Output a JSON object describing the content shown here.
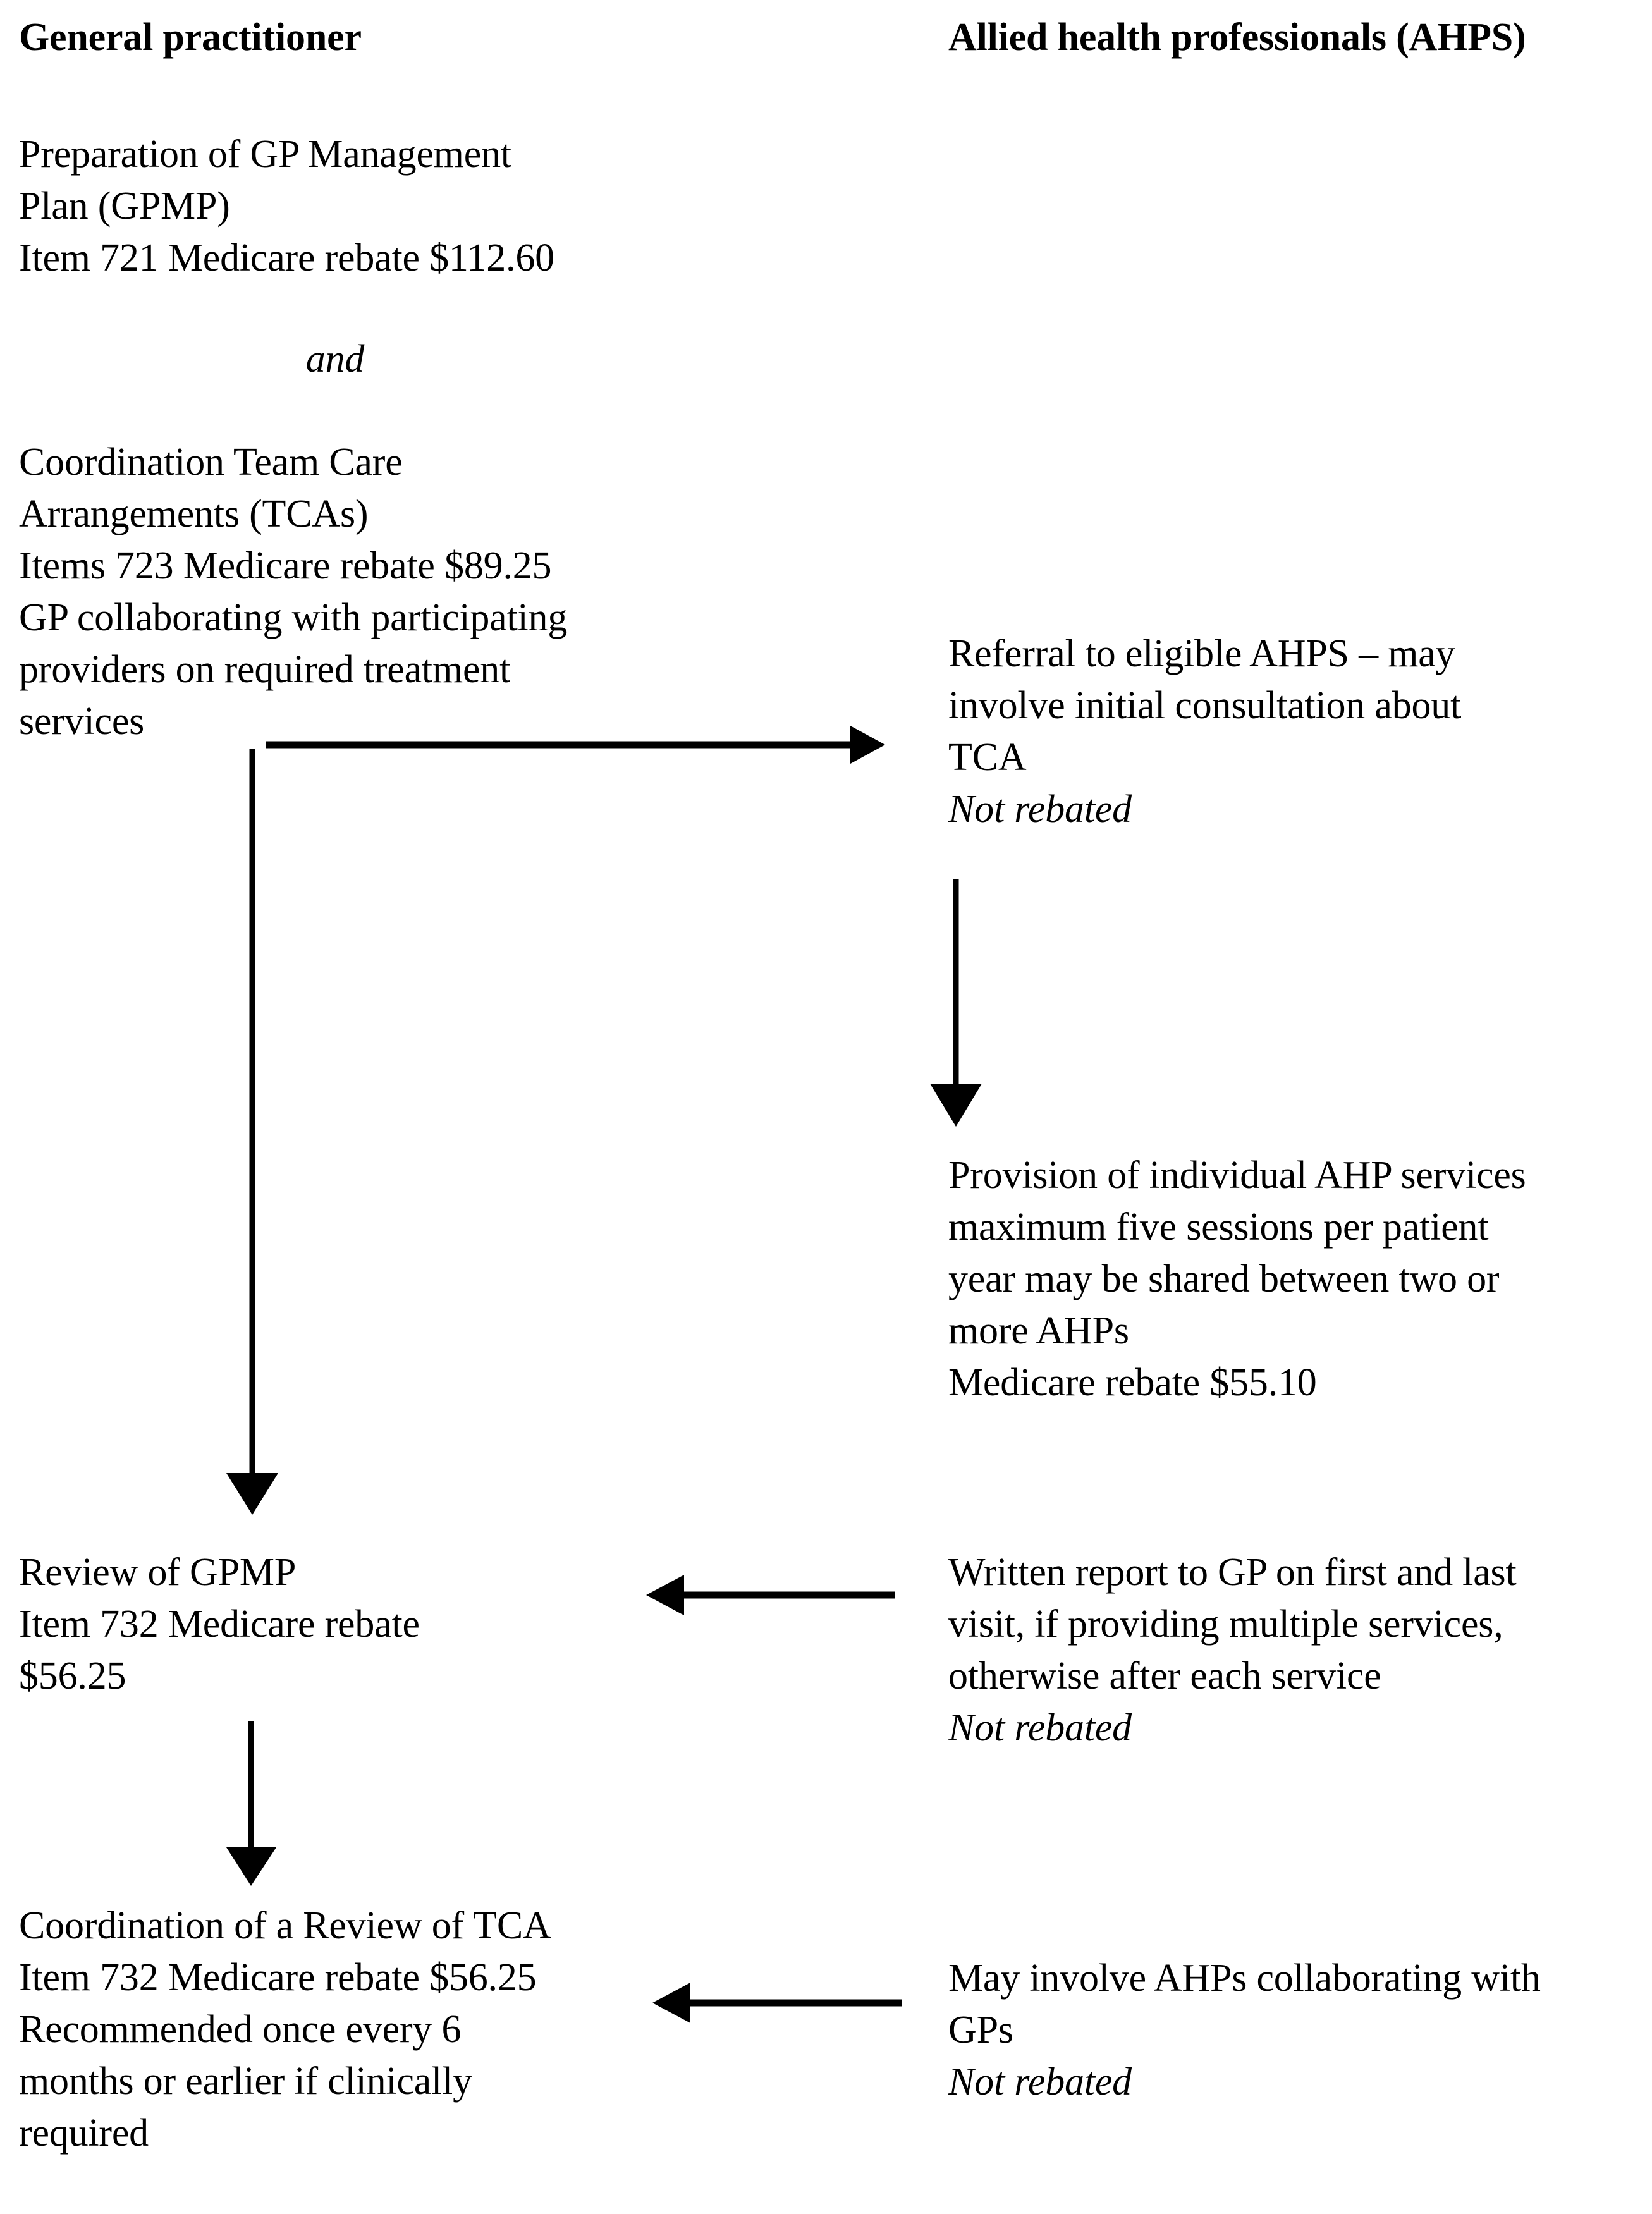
{
  "diagram": {
    "title_left": "General practitioner",
    "title_right": "Allied health professionals (AHPS)",
    "connector_label": "and",
    "left_column": {
      "gpmp_block": "Preparation of GP Management\nPlan (GPMP)\nItem 721 Medicare rebate $112.60",
      "tca_block": "Coordination Team Care\nArrangements (TCAs)\nItems 723 Medicare rebate $89.25\nGP collaborating with participating\nproviders on required treatment\nservices",
      "review_gpmp_block": "Review of GPMP\nItem 732 Medicare rebate\n$56.25",
      "review_tca_block": "Coordination of a Review of TCA\nItem 732 Medicare rebate $56.25\nRecommended once every 6\nmonths or earlier if clinically\nrequired"
    },
    "right_column": {
      "referral_block": "Referral to eligible AHPS – may\ninvolve initial consultation about\nTCA",
      "referral_rebate": "Not rebated",
      "provision_block": "Provision of individual AHP services\nmaximum five sessions per patient\nyear may be shared between two or\nmore AHPs\nMedicare rebate $55.10",
      "written_report_block": "Written report to GP on first and last\nvisit, if providing multiple services,\notherwise after each service",
      "written_report_rebate": "Not rebated",
      "collaboration_block": "May involve AHPs collaborating with\nGPs",
      "collaboration_rebate": "Not rebated"
    },
    "arrows": [
      {
        "name": "gp-to-ahps-referral-arrow",
        "direction": "right"
      },
      {
        "name": "gp-tca-to-review-gpmp-arrow",
        "direction": "down"
      },
      {
        "name": "referral-to-provision-arrow",
        "direction": "down"
      },
      {
        "name": "written-report-to-gp-arrow",
        "direction": "left"
      },
      {
        "name": "review-gpmp-to-review-tca-arrow",
        "direction": "down"
      },
      {
        "name": "ahp-collaboration-to-gp-arrow",
        "direction": "left"
      }
    ],
    "colors": {
      "ink": "#000000",
      "background": "#ffffff"
    }
  }
}
